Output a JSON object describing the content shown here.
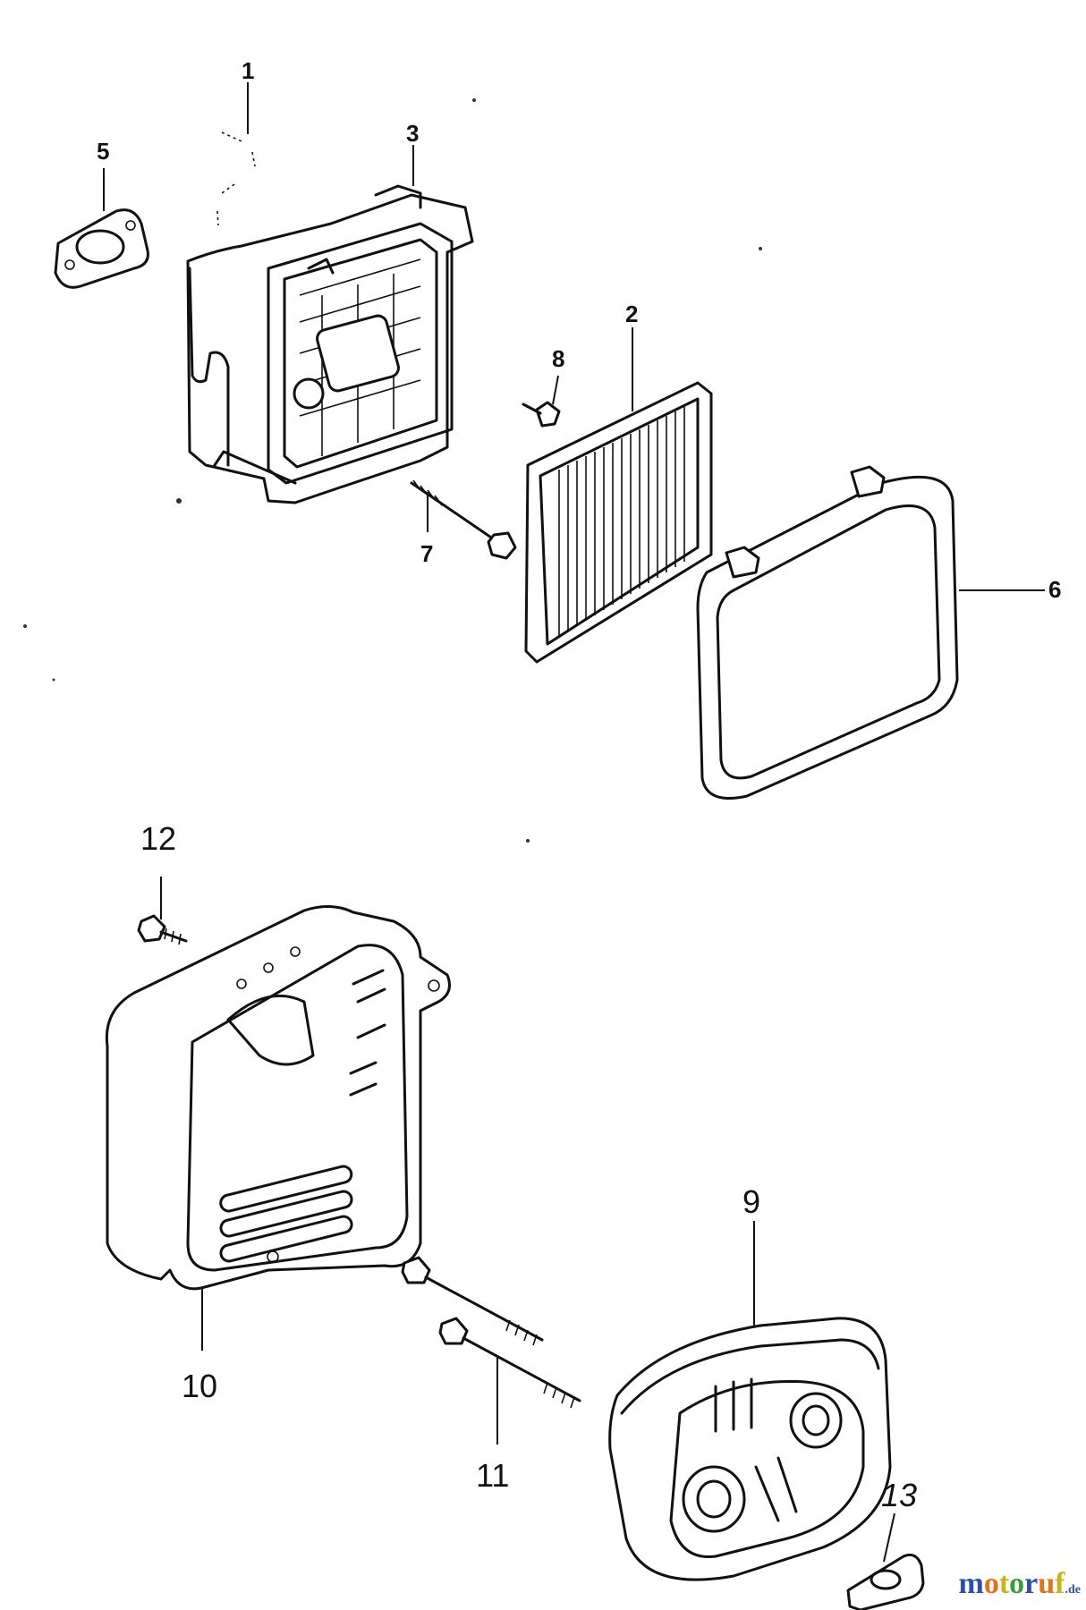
{
  "callouts": {
    "c1": "1",
    "c2": "2",
    "c3": "3",
    "c5": "5",
    "c6": "6",
    "c7": "7",
    "c8": "8",
    "c9": "9",
    "c10": "10",
    "c11": "11",
    "c12": "12",
    "c13": "13"
  },
  "watermark": {
    "name": "motoruf",
    "tld": ".de",
    "colors": [
      "#2f4fa8",
      "#e2731b",
      "#c9b21a",
      "#3c9a3c"
    ]
  }
}
